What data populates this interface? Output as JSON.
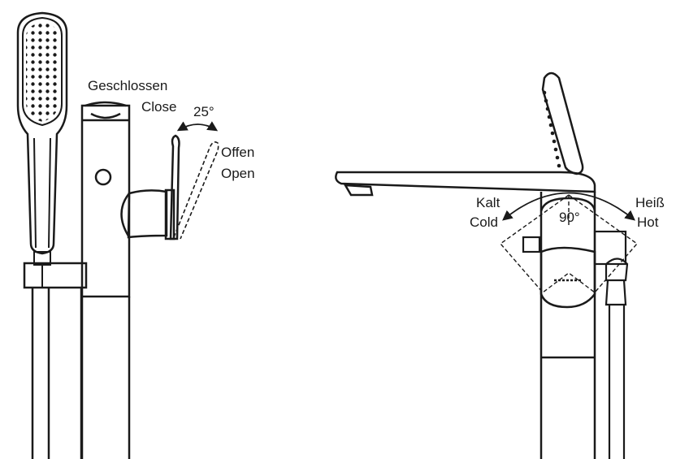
{
  "labels": {
    "closed_de": "Geschlossen",
    "closed_en": "Close",
    "angle_lever": "25°",
    "open_de": "Offen",
    "open_en": "Open",
    "cold_de": "Kalt",
    "cold_en": "Cold",
    "hot_de": "Heiß",
    "hot_en": "Hot",
    "angle_rotation": "90°"
  },
  "colors": {
    "line": "#1a1a1a",
    "background": "#ffffff"
  }
}
